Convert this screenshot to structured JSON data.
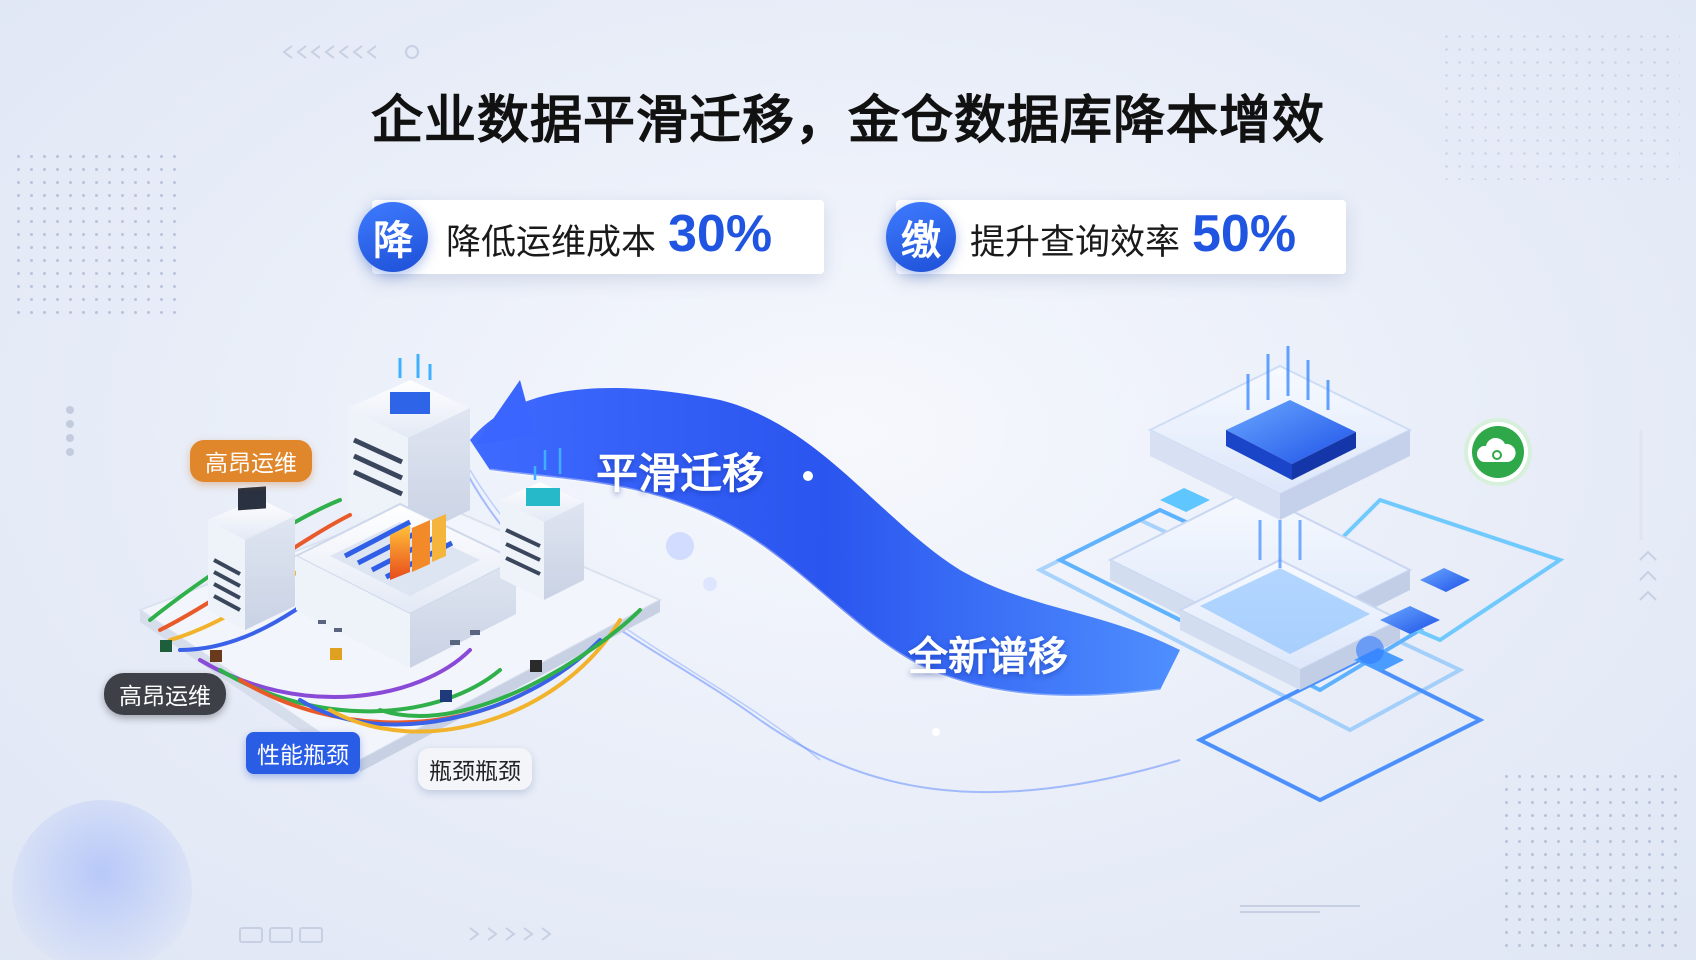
{
  "title": "企业数据平滑迁移，金仓数据库降本增效",
  "stats": [
    {
      "badge": "降",
      "label": "降低运维成本",
      "value": "30%"
    },
    {
      "badge": "缴",
      "label": "提升查询效率",
      "value": "50%"
    }
  ],
  "tags": {
    "ops_orange": "高昂运维",
    "ops_dark": "高昂运维",
    "perf_blue": "性能瓶颈",
    "perf_white": "瓶颈瓶颈"
  },
  "flow": {
    "top_text": "平滑迁移",
    "bottom_text": "全新谱移"
  },
  "colors": {
    "accent_blue": "#1f55e0",
    "flow_blue": "#2a55f0",
    "orange": "#e0862b",
    "cloud_green": "#2fa84a"
  },
  "icons": {
    "cloud": "cloud-sync-icon",
    "arrows": "chevron-arrows-icon"
  }
}
